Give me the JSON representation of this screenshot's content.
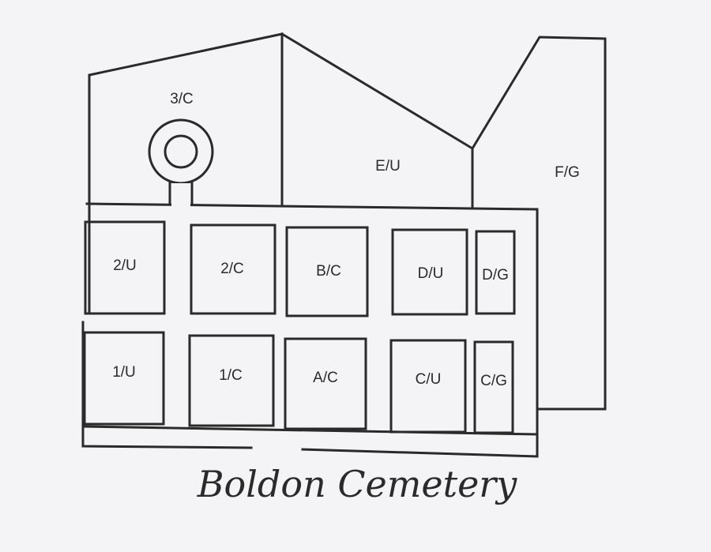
{
  "map": {
    "title": "Boldon Cemetery",
    "sections": {
      "three_c": "3/C",
      "e_u": "E/U",
      "f_g": "F/G",
      "two_u": "2/U",
      "two_c": "2/C",
      "b_c": "B/C",
      "d_u": "D/U",
      "d_g": "D/G",
      "one_u": "1/U",
      "one_c": "1/C",
      "a_c": "A/C",
      "c_u": "C/U",
      "c_g": "C/G"
    }
  },
  "colors": {
    "line": "#2a2a2a",
    "background": "#f4f4f6"
  }
}
